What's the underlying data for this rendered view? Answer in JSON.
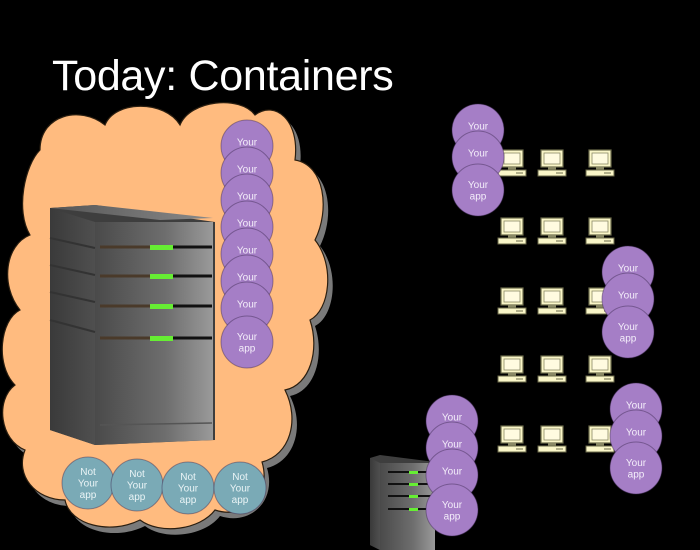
{
  "slide": {
    "title": "Today: Containers"
  },
  "colors": {
    "background": "#000000",
    "cloud_fill": "#FFBB7F",
    "your_app_fill": "#A57EC6",
    "not_your_app_fill": "#7AAAB6",
    "computer_fill": "#FAF6C8",
    "server_led": "#66EE33"
  },
  "left_host": {
    "your_app_stack": [
      {
        "lines": [
          "Your"
        ]
      },
      {
        "lines": [
          "Your"
        ]
      },
      {
        "lines": [
          "Your"
        ]
      },
      {
        "lines": [
          "Your"
        ]
      },
      {
        "lines": [
          "Your"
        ]
      },
      {
        "lines": [
          "Your"
        ]
      },
      {
        "lines": [
          "Your"
        ]
      },
      {
        "lines": [
          "Your",
          "app"
        ]
      }
    ],
    "not_your_apps": [
      {
        "lines": [
          "Not",
          "Your",
          "app"
        ]
      },
      {
        "lines": [
          "Not",
          "Your",
          "app"
        ]
      },
      {
        "lines": [
          "Not",
          "Your",
          "app"
        ]
      },
      {
        "lines": [
          "Not",
          "Your",
          "app"
        ]
      }
    ]
  },
  "right_side": {
    "computer_grid": {
      "rows": 5,
      "cols": 3
    },
    "stacks": [
      {
        "name": "top-left-stack",
        "items": [
          {
            "lines": [
              "Your"
            ]
          },
          {
            "lines": [
              "Your"
            ]
          },
          {
            "lines": [
              "Your",
              "app"
            ]
          }
        ]
      },
      {
        "name": "middle-right-stack",
        "items": [
          {
            "lines": [
              "Your"
            ]
          },
          {
            "lines": [
              "Your"
            ]
          },
          {
            "lines": [
              "Your",
              "app"
            ]
          }
        ]
      },
      {
        "name": "bottom-right-stack",
        "items": [
          {
            "lines": [
              "Your"
            ]
          },
          {
            "lines": [
              "Your"
            ]
          },
          {
            "lines": [
              "Your",
              "app"
            ]
          }
        ]
      },
      {
        "name": "bottom-server-stack",
        "items": [
          {
            "lines": [
              "Your"
            ]
          },
          {
            "lines": [
              "Your"
            ]
          },
          {
            "lines": [
              "Your"
            ]
          },
          {
            "lines": [
              "Your",
              "app"
            ]
          }
        ]
      }
    ]
  }
}
